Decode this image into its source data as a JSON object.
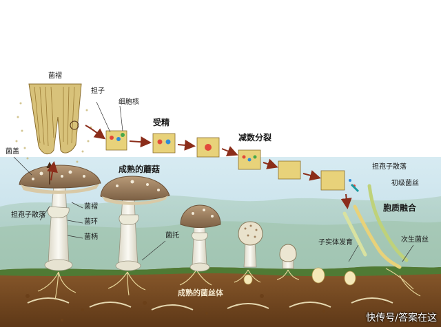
{
  "labels": {
    "gill": "菌褶",
    "basidium": "担子",
    "nucleus": "细胞核",
    "fertilization": "受精",
    "meiosis": "减数分裂",
    "spore_dispersal_right": "担孢子散落",
    "primary_hyphae": "初级菌丝",
    "plasmogamy": "胞质融合",
    "secondary_hyphae": "次生菌丝",
    "fruiting_body_development": "子实体发育",
    "cap": "菌盖",
    "spore_dispersal_left": "担孢子散落",
    "gill_lower": "菌褶",
    "ring": "菌环",
    "stipe": "菌柄",
    "volva": "菌托",
    "mature_mushroom": "成熟的蘑菇",
    "mature_mycelium": "成熟的菌丝体"
  },
  "watermark": "快传号/答案在这",
  "colors": {
    "sky": "#cfe6ef",
    "ground": "#7a4a22",
    "cap_brown": "#a08260",
    "stem": "#f3f1e8",
    "arrow": "#8b2d1a",
    "gill_yellow": "#e6cf7a"
  }
}
